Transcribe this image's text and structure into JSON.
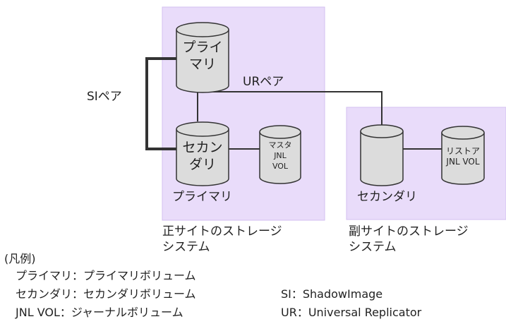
{
  "colors": {
    "site_fill": "#e9dcfa",
    "site_border": "#d3bff0",
    "cylinder_fill": "#dcdcdc",
    "line": "#333333"
  },
  "primary_site": {
    "caption": "正サイトのストレージ\nシステム",
    "region_label": "プライマリ"
  },
  "secondary_site": {
    "caption": "副サイトのストレージ\nシステム",
    "region_label": "セカンダリ"
  },
  "volumes": {
    "si_primary": "プライ\nマリ",
    "si_secondary": "セカン\nダリ",
    "master_jnl": "マスタ\nJNL\nVOL",
    "ur_secondary": "",
    "restore_jnl": "リストア\nJNL VOL"
  },
  "pairs": {
    "si": "SIペア",
    "ur": "URペア"
  },
  "legend": {
    "title": "(凡例)",
    "items": [
      "プライマリ：プライマリボリューム",
      "セカンダリ：セカンダリボリューム",
      "JNL VOL：ジャーナルボリューム"
    ],
    "abbr": [
      "SI：ShadowImage",
      "UR：Universal Replicator"
    ]
  }
}
